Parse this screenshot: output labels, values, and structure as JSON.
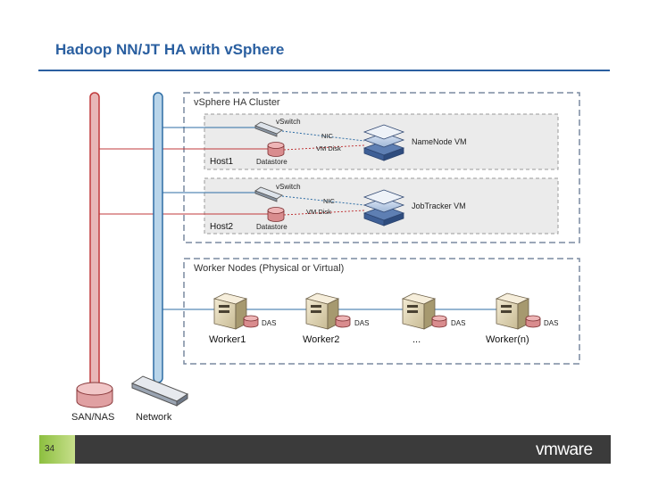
{
  "slide": {
    "title": "Hadoop NN/JT HA with vSphere",
    "page_number": "34",
    "brand": "vmware"
  },
  "ha_cluster": {
    "label": "vSphere HA Cluster",
    "hosts": [
      {
        "host_label": "Host1",
        "vswitch_label": "vSwitch",
        "datastore_label": "Datastore",
        "nic_label": "NIC",
        "disk_label": "VM Disk",
        "vm_label": "NameNode VM"
      },
      {
        "host_label": "Host2",
        "vswitch_label": "vSwitch",
        "datastore_label": "Datastore",
        "nic_label": "NIC",
        "disk_label": "VM Disk",
        "vm_label": "JobTracker VM"
      }
    ]
  },
  "workers": {
    "label": "Worker Nodes (Physical or Virtual)",
    "nodes": [
      {
        "label": "Worker1",
        "das_label": "DAS"
      },
      {
        "label": "Worker2",
        "das_label": "DAS"
      },
      {
        "label": "...",
        "das_label": "DAS"
      },
      {
        "label": "Worker(n)",
        "das_label": "DAS"
      }
    ]
  },
  "infrastructure": {
    "san_label": "SAN/NAS",
    "network_label": "Network"
  },
  "colors": {
    "title_blue": "#2a5fa0",
    "storage_line": "#c0393b",
    "network_line": "#2e6da4",
    "pipe_red": "#e8b7b7",
    "pipe_blue": "#b9d5ea",
    "footer_dark": "#3b3b3b",
    "footer_green": "#8cbf3f"
  }
}
